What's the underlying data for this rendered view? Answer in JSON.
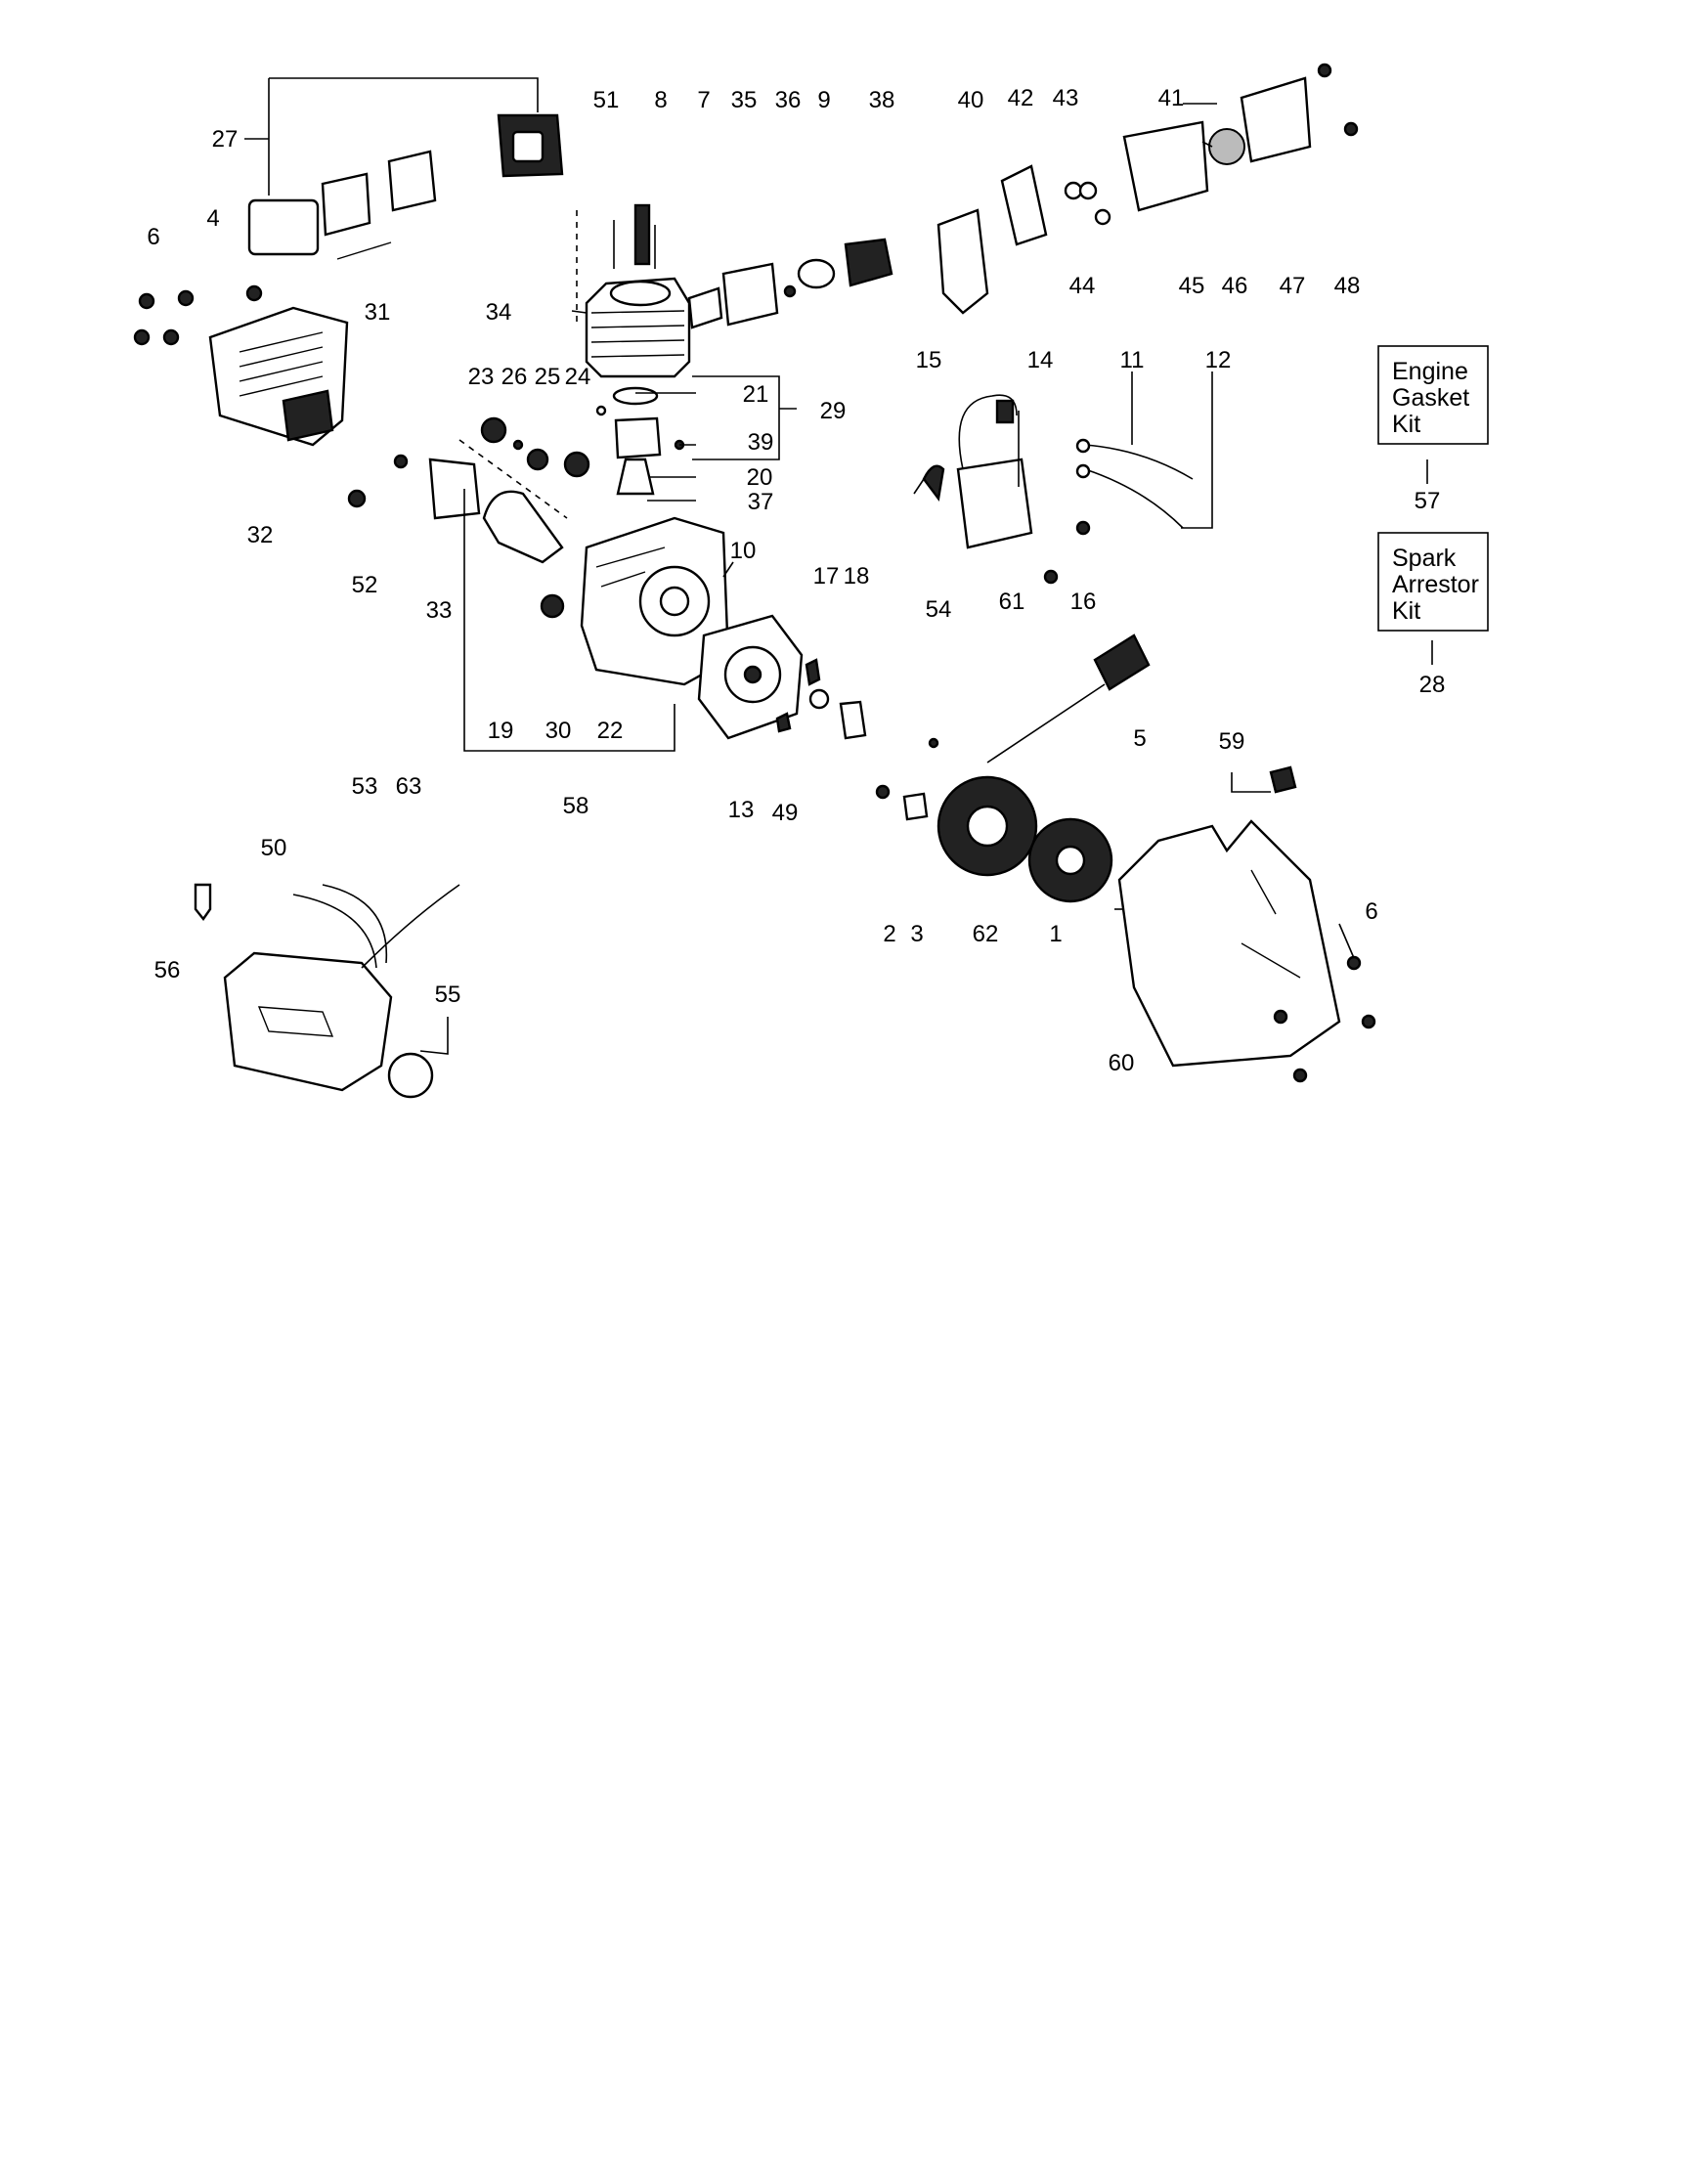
{
  "part_labels": [
    {
      "id": "51"
    },
    {
      "id": "8"
    },
    {
      "id": "7"
    },
    {
      "id": "35"
    },
    {
      "id": "36"
    },
    {
      "id": "9"
    },
    {
      "id": "38"
    },
    {
      "id": "40"
    },
    {
      "id": "42"
    },
    {
      "id": "43"
    },
    {
      "id": "41"
    },
    {
      "id": "27"
    },
    {
      "id": "6"
    },
    {
      "id": "4"
    },
    {
      "id": "31"
    },
    {
      "id": "34"
    },
    {
      "id": "44"
    },
    {
      "id": "45"
    },
    {
      "id": "46"
    },
    {
      "id": "47"
    },
    {
      "id": "48"
    },
    {
      "id": "23"
    },
    {
      "id": "26"
    },
    {
      "id": "25"
    },
    {
      "id": "24"
    },
    {
      "id": "21"
    },
    {
      "id": "29"
    },
    {
      "id": "39"
    },
    {
      "id": "20"
    },
    {
      "id": "37"
    },
    {
      "id": "15"
    },
    {
      "id": "14"
    },
    {
      "id": "11"
    },
    {
      "id": "12"
    },
    {
      "id": "32"
    },
    {
      "id": "52"
    },
    {
      "id": "33"
    },
    {
      "id": "10"
    },
    {
      "id": "17"
    },
    {
      "id": "18"
    },
    {
      "id": "54"
    },
    {
      "id": "61"
    },
    {
      "id": "16"
    },
    {
      "id": "19"
    },
    {
      "id": "30"
    },
    {
      "id": "22"
    },
    {
      "id": "13"
    },
    {
      "id": "49"
    },
    {
      "id": "5"
    },
    {
      "id": "58"
    },
    {
      "id": "59"
    },
    {
      "id": "53"
    },
    {
      "id": "63"
    },
    {
      "id": "50"
    },
    {
      "id": "2"
    },
    {
      "id": "3"
    },
    {
      "id": "62"
    },
    {
      "id": "1"
    },
    {
      "id": "56"
    },
    {
      "id": "55"
    },
    {
      "id": "6"
    },
    {
      "id": "60"
    },
    {
      "id": "57"
    },
    {
      "id": "28"
    }
  ],
  "kits": [
    {
      "line1": "Engine",
      "line2": "Gasket",
      "line3": "Kit",
      "number": "57"
    },
    {
      "line1": "Spark",
      "line2": "Arrestor",
      "line3": "Kit",
      "number": "28"
    }
  ]
}
